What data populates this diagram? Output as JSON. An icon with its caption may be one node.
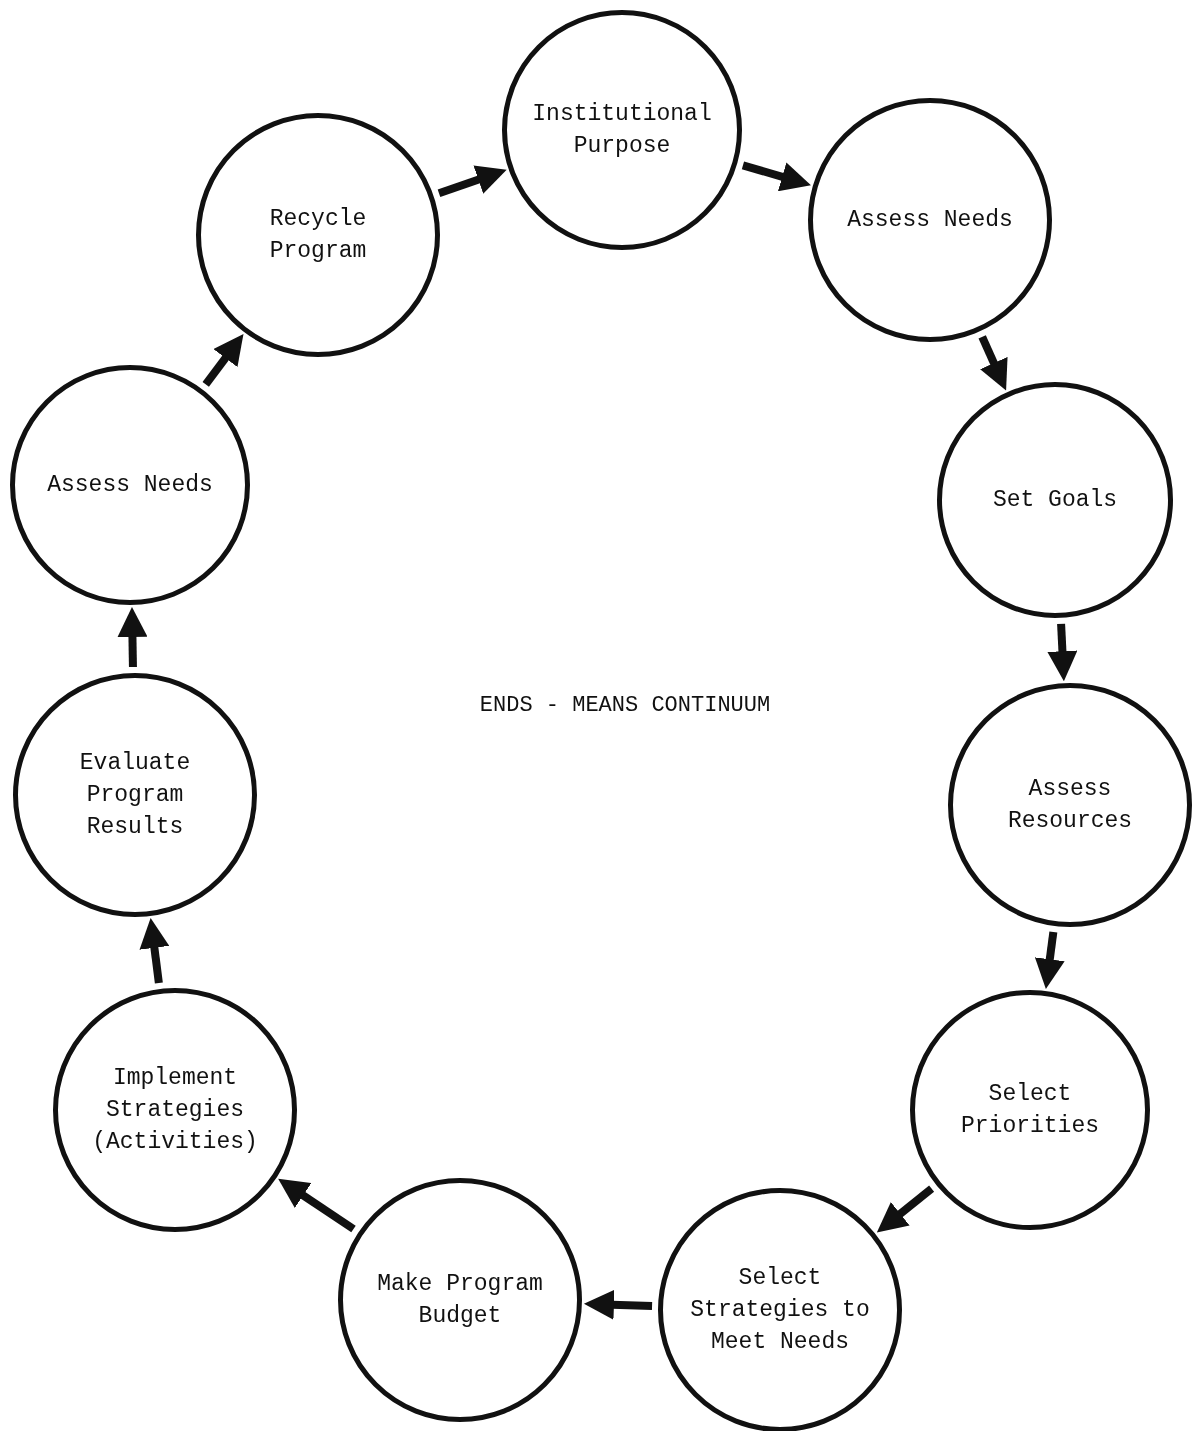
{
  "diagram": {
    "nodes": [
      {
        "text": [
          "Institutional Purpose"
        ]
      },
      {
        "text": [
          "Assess Needs"
        ]
      },
      {
        "text": [
          "Set Goals"
        ]
      },
      {
        "text": [
          "Assess Resources"
        ]
      },
      {
        "text": [
          "Select Priorities"
        ]
      },
      {
        "text": [
          "Select Strategies to Meet Needs"
        ]
      },
      {
        "text": [
          "Make Program Budget"
        ]
      },
      {
        "text": [
          "Implement Strategies (Activities)"
        ]
      },
      {
        "text": [
          "Evaluate Program Results"
        ]
      },
      {
        "text": [
          "Assess Needs"
        ]
      },
      {
        "text": [
          "Recycle Program"
        ]
      }
    ],
    "edges": [
      {
        "from": 10,
        "to": 0,
        "arrow": "to"
      },
      {
        "from": 0,
        "to": 1,
        "arrow": "to"
      },
      {
        "from": 1,
        "to": 2,
        "arrow": "to"
      },
      {
        "from": 2,
        "to": 3,
        "arrow": "to"
      },
      {
        "from": 3,
        "to": 4,
        "arrow": "to"
      },
      {
        "from": 4,
        "to": 5,
        "arrow": "to"
      },
      {
        "from": 5,
        "to": 6,
        "arrow": "to"
      },
      {
        "from": 6,
        "to": 7,
        "arrow": "to"
      },
      {
        "from": 7,
        "to": 8,
        "arrow": "to"
      },
      {
        "from": 8,
        "to": 9,
        "arrow": "to"
      },
      {
        "from": 9,
        "to": 10,
        "arrow": "to"
      }
    ],
    "labels": [
      "ENDS - MEANS CONTINUUM"
    ]
  }
}
